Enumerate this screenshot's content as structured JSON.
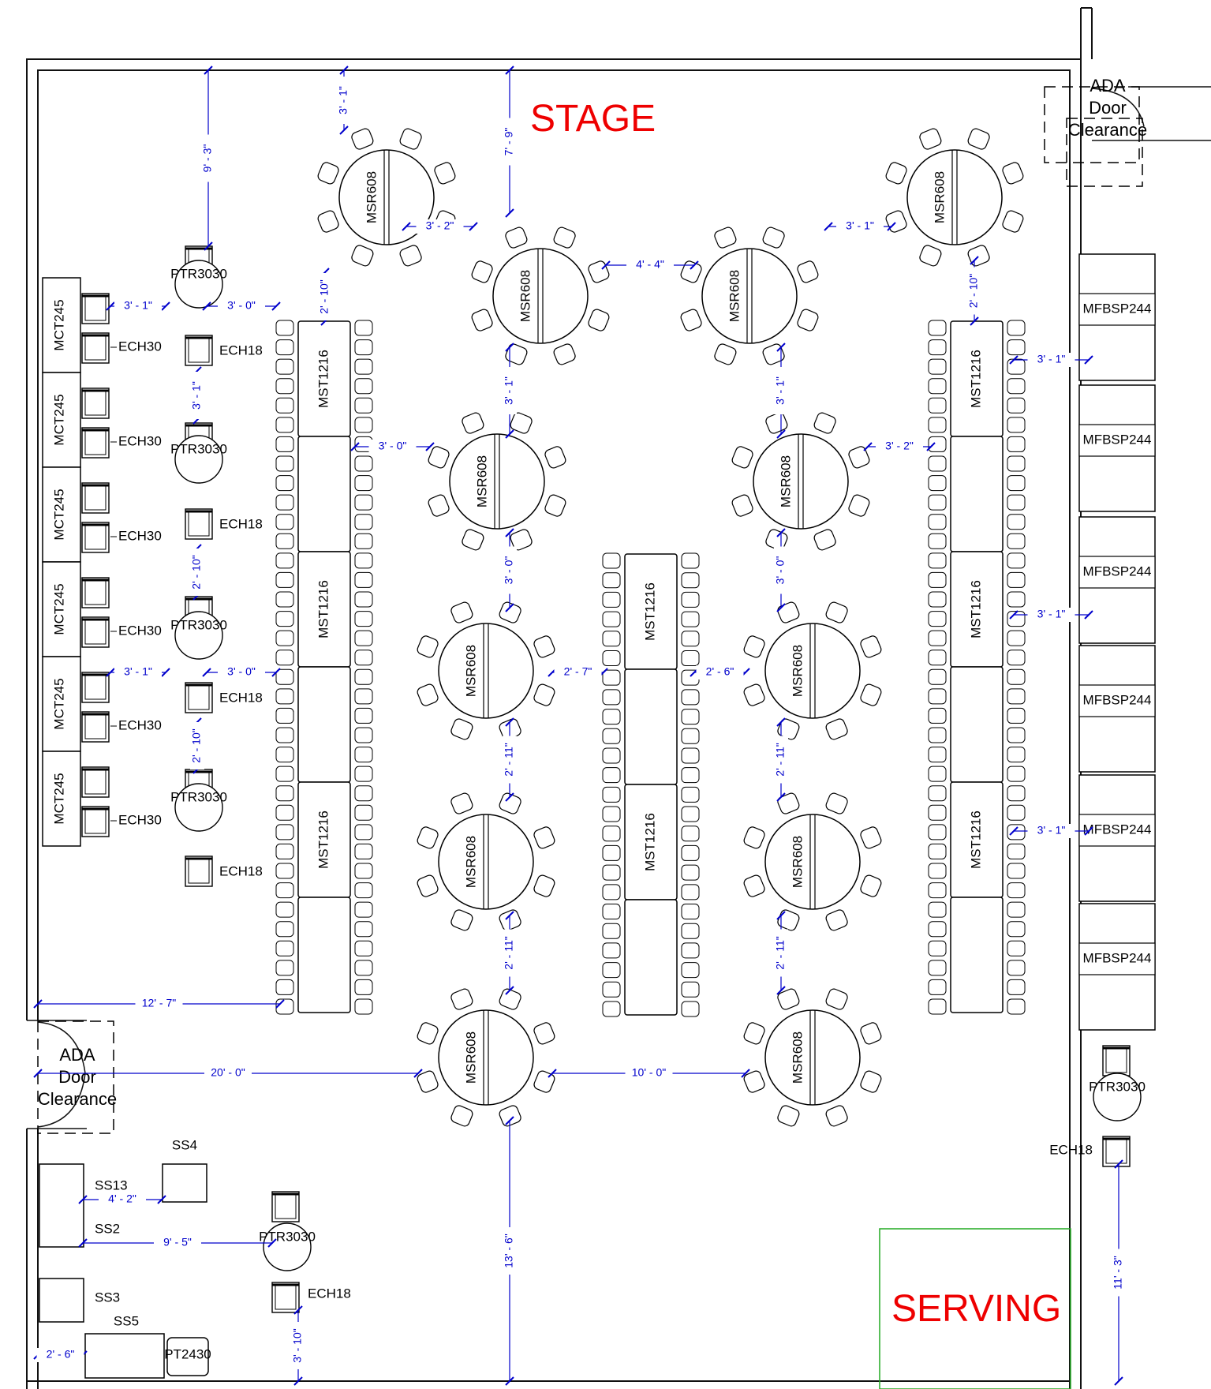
{
  "zones": {
    "stage": "STAGE",
    "serving": "SERVING",
    "ada": [
      "ADA",
      "Door",
      "Clearance"
    ]
  },
  "colors": {
    "wall": "#111111",
    "dimension": "#0000cc",
    "stage_text": "#ee0000",
    "serving_text": "#ee0000",
    "serving_box": "#22aa22"
  },
  "labels": {
    "msr": "MSR608",
    "mst": "MST1216",
    "mct": "MCT245",
    "mfb": "MFBSP244",
    "ptr": "PTR3030",
    "ech30": "ECH30",
    "ech18": "ECH18",
    "ss13": "SS13",
    "ss2": "SS2",
    "ss3": "SS3",
    "ss4": "SS4",
    "ss5": "SS5",
    "pt2430": "PT2430"
  },
  "dimensions": {
    "d9_3": "9' - 3\"",
    "d3_1": "3' - 1\"",
    "d7_9": "7' - 9\"",
    "d3_2": "3' - 2\"",
    "d4_4": "4' - 4\"",
    "d2_10": "2' - 10\"",
    "d3_0": "3' - 0\"",
    "d2_7": "2' - 7\"",
    "d2_6": "2' - 6\"",
    "d2_11": "2' - 11\"",
    "d12_7": "12' - 7\"",
    "d20_0": "20' - 0\"",
    "d10_0": "10' - 0\"",
    "d4_2": "4' - 2\"",
    "d9_5": "9' - 5\"",
    "d13_6": "13' - 6\"",
    "d11_3": "11' - 3\"",
    "d3_10": "3' - 10\""
  }
}
